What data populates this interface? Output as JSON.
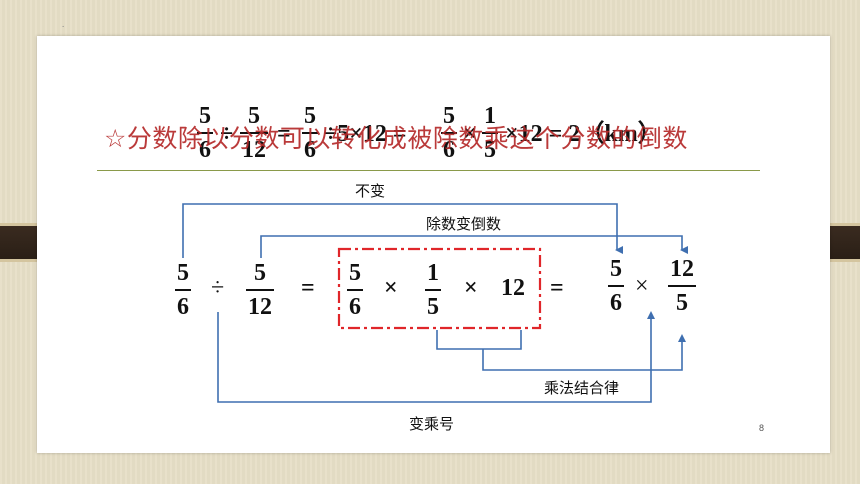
{
  "slide": {
    "page_number": "8",
    "headline": "☆分数除以分数可以转化成被除数乘这个分数的倒数"
  },
  "top_equation": {
    "f1": {
      "num": "5",
      "den": "6"
    },
    "div": "÷",
    "f2": {
      "num": "5",
      "den": "12"
    },
    "eq1": "=",
    "f3": {
      "num": "5",
      "den": "6"
    },
    "mid": "÷5×12 =",
    "f4": {
      "num": "5",
      "den": "6"
    },
    "times": "×",
    "f5": {
      "num": "1",
      "den": "5"
    },
    "tail": "×12 = 2（km）"
  },
  "main_equation": {
    "f1": {
      "num": "5",
      "den": "6"
    },
    "div": "÷",
    "f2": {
      "num": "5",
      "den": "12"
    },
    "eq1": "=",
    "f3": {
      "num": "5",
      "den": "6"
    },
    "times1": "×",
    "f4": {
      "num": "1",
      "den": "5"
    },
    "times2": "×",
    "twelve": "12",
    "eq2": "=",
    "f5": {
      "num": "5",
      "den": "6"
    },
    "times3": "×",
    "f6": {
      "num": "12",
      "den": "5"
    }
  },
  "annotations": {
    "unchanged": "不变",
    "divisor_reciprocal": "除数变倒数",
    "associative": "乘法结合律",
    "change_sign": "变乘号"
  },
  "colors": {
    "arrow": "#3f6fb0",
    "dash_box": "#e0262a",
    "headline": "#b52a2a",
    "rule": "#8a9a4a"
  }
}
